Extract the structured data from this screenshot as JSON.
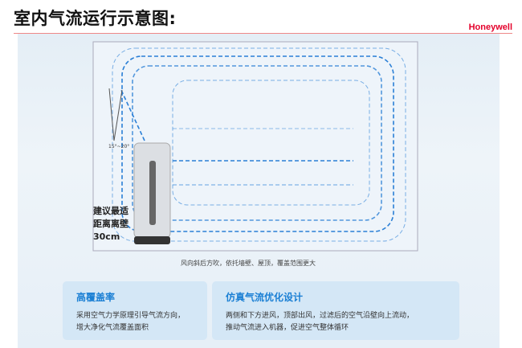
{
  "header": {
    "title": "室内气流运行示意图:",
    "brand": "Honeywell"
  },
  "diagram": {
    "angle_label": "15°~20°",
    "distance_line1": "建议最适",
    "distance_line2": "距离离壁",
    "distance_line3": "30cm",
    "caption": "风向斜后方吹，依托墙壁、屋顶，覆盖范围更大",
    "flow_color": "#2a7fd6"
  },
  "cards": [
    {
      "title": "高覆盖率",
      "line1": "采用空气力学原理引导气流方向，",
      "line2": "增大净化气流覆盖面积"
    },
    {
      "title": "仿真气流优化设计",
      "line1": "两侧和下方进风，顶部出风，过滤后的空气沿壁向上流动，",
      "line2": "推动气流进入机器，促进空气整体循环"
    }
  ]
}
